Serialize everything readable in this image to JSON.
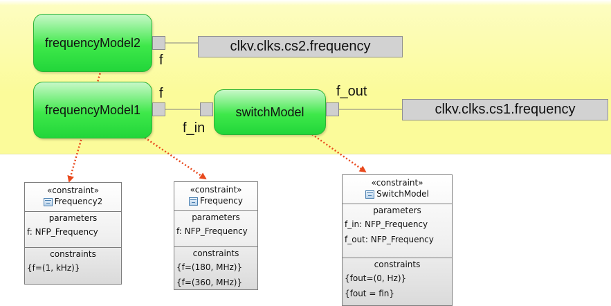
{
  "blocks": {
    "frequency_model2": "frequencyModel2",
    "frequency_model1": "frequencyModel1",
    "switch_model": "switchModel"
  },
  "ports": {
    "fm2_f": "f",
    "fm1_f": "f",
    "sw_f_in": "f_in",
    "sw_f_out": "f_out"
  },
  "values": {
    "cs2": "clkv.clks.cs2.frequency",
    "cs1": "clkv.clks.cs1.frequency"
  },
  "cards": [
    {
      "stereotype": "«constraint»",
      "name": "Frequency2",
      "parameters_title": "parameters",
      "parameters": [
        "f: NFP_Frequency"
      ],
      "constraints_title": "constraints",
      "constraints": [
        "{f=(1, kHz)}"
      ]
    },
    {
      "stereotype": "«constraint»",
      "name": "Frequency",
      "parameters_title": "parameters",
      "parameters": [
        "f: NFP_Frequency"
      ],
      "constraints_title": "constraints",
      "constraints": [
        "{f=(180, MHz)}",
        "{f=(360, MHz)}"
      ]
    },
    {
      "stereotype": "«constraint»",
      "name": "SwitchModel",
      "parameters_title": "parameters",
      "parameters": [
        "f_in: NFP_Frequency",
        "f_out: NFP_Frequency"
      ],
      "constraints_title": "constraints",
      "constraints": [
        "{fout=(0, Hz)}",
        "{fout = fin}"
      ]
    }
  ],
  "colors": {
    "band": "#fbfb9a",
    "block_green": "#3ee84a",
    "port_gray": "#cfcfcf",
    "value_gray": "#d2d2d2",
    "arrow_orange": "#e8491d"
  },
  "icons": [
    "constraint-block-icon"
  ]
}
